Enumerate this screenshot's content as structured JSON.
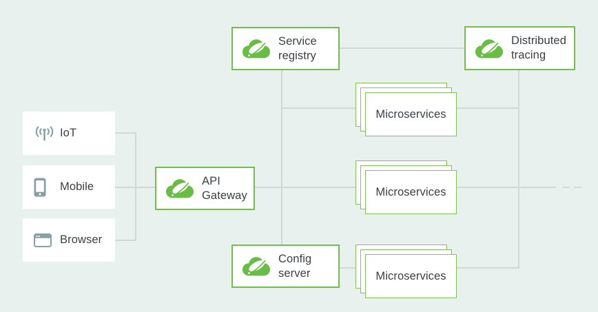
{
  "diagram": {
    "type": "microservices-architecture",
    "colors": {
      "background": "#e9f1ee",
      "connector_line": "#cfd9d6",
      "box_border_green": "#70bf46",
      "stack_border_green": "#7ec557",
      "spring_logo_green": "#68bd44",
      "client_icon_gray": "#84a1a7",
      "text": "#3b3f42",
      "box_fill": "#ffffff"
    }
  },
  "clients": {
    "iot": {
      "label": "IoT",
      "icon": "radio-antenna-icon"
    },
    "mobile": {
      "label": "Mobile",
      "icon": "smartphone-icon"
    },
    "browser": {
      "label": "Browser",
      "icon": "browser-window-icon"
    }
  },
  "nodes": {
    "api_gateway": {
      "label": "API Gateway",
      "icon": "spring-cloud-icon"
    },
    "service_registry": {
      "label": "Service registry",
      "icon": "spring-cloud-icon"
    },
    "distributed_tracing": {
      "label": "Distributed tracing",
      "icon": "spring-cloud-icon"
    },
    "config_server": {
      "label": "Config server",
      "icon": "spring-cloud-icon"
    },
    "microservices_top": {
      "label": "Microservices"
    },
    "microservices_middle": {
      "label": "Microservices"
    },
    "microservices_bottom": {
      "label": "Microservices"
    }
  }
}
